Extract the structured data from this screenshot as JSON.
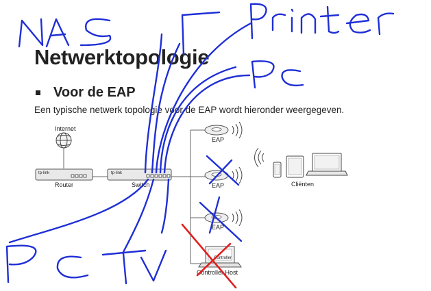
{
  "doc": {
    "title": "Netwerktopologie",
    "section": "Voor de EAP",
    "description": "Een typische netwerk topologie voor de EAP wordt hieronder weergegeven."
  },
  "diagram": {
    "internet": "Internet",
    "router": "Router",
    "switch": "Switch",
    "eap1": "EAP",
    "eap2": "EAP",
    "eap3": "EAP",
    "clients": "Cliënten",
    "controller_host": "Controller Host",
    "controller_screen": "Controller",
    "brand": "tp-link"
  },
  "annotations": {
    "nas": "NAS",
    "printer": "Printer",
    "pc_top": "Pc",
    "pc_bottom": "Pc",
    "tv": "TV"
  },
  "colors": {
    "annotation_blue": "#1f2fd6",
    "annotation_red": "#e02020",
    "text": "#222222"
  }
}
